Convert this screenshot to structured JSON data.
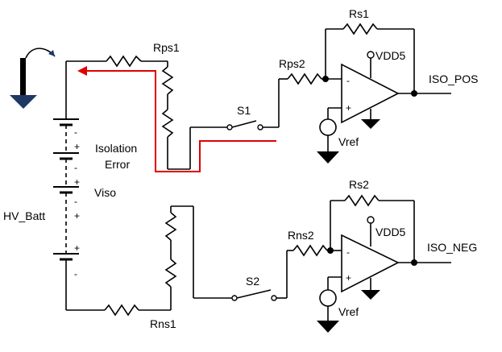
{
  "diagram": {
    "labels": {
      "rps1": "Rps1",
      "rps2": "Rps2",
      "rs1": "Rs1",
      "vdd5_top": "VDD5",
      "iso_pos": "ISO_POS",
      "s1": "S1",
      "vref_top": "Vref",
      "isolation": "Isolation",
      "error": "Error",
      "viso": "Viso",
      "hv_batt": "HV_Batt",
      "rs2": "Rs2",
      "vdd5_bottom": "VDD5",
      "rns2": "Rns2",
      "iso_neg": "ISO_NEG",
      "s2": "S2",
      "vref_bottom": "Vref",
      "rns1": "Rns1"
    },
    "signs": {
      "opamp_top_minus": "-",
      "opamp_top_plus": "+",
      "opamp_bottom_minus": "-",
      "opamp_bottom_plus": "+",
      "cell1_minus": "-",
      "cell1_plus": "+",
      "cell2_minus": "-",
      "cell2_plus": "+",
      "cell3_minus": "-",
      "cell3_plus": "+",
      "cell4_plus": "+",
      "cell4_minus": "-"
    },
    "colors": {
      "wire": "#000000",
      "ground": "#1f3864",
      "error_path": "#e00000",
      "arrow": "#1f3864"
    }
  }
}
